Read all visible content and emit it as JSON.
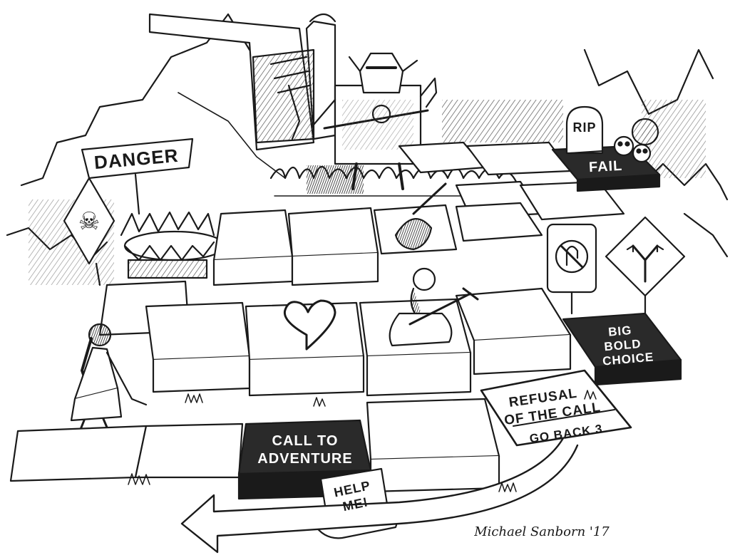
{
  "scene": {
    "colors": {
      "ink": "#1a1a1a",
      "paper": "#ffffff",
      "dark_tile": "#2a2a2a",
      "hatch": "#555555"
    },
    "danger_sign": {
      "text": "DANGER",
      "icon": "skull-crossbones-icon"
    },
    "gravestone": {
      "text": "RIP"
    },
    "fail_tile": {
      "text": "FAIL"
    },
    "choice_tile": {
      "line1": "BIG",
      "line2": "BOLD",
      "line3": "CHOICE"
    },
    "refusal_card": {
      "line1": "REFUSAL",
      "line2": "OF THE CALL",
      "line3": "GO BACK 3"
    },
    "call_tile": {
      "line1": "CALL TO",
      "line2": "ADVENTURE"
    },
    "scroll": {
      "line1": "HELP",
      "line2": "ME!"
    },
    "signature": "Michael Sanborn '17",
    "road_signs": [
      "no-u-turn-icon",
      "fork-road-icon"
    ],
    "tile_icons": [
      "heart-icon",
      "leaf-sword-icon"
    ],
    "figures": [
      "girl-hero",
      "dark-knight",
      "old-mentor-with-sword"
    ]
  }
}
